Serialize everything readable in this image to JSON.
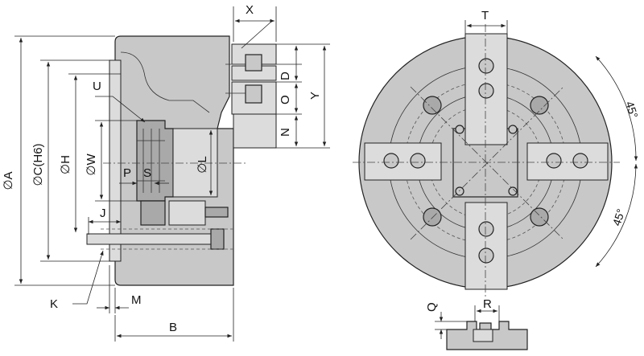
{
  "side_view": {
    "labels": {
      "A": "∅A",
      "C": "∅C(H6)",
      "H": "∅H",
      "W": "∅W",
      "L": "∅L",
      "U": "U",
      "P": "P",
      "S": "S",
      "J": "J",
      "K": "K",
      "M": "M",
      "B": "B",
      "X": "X",
      "D": "D",
      "O": "O",
      "N": "N",
      "Y": "Y"
    }
  },
  "front_view": {
    "labels": {
      "T": "T",
      "angle_top": "45°",
      "angle_bottom": "45°"
    }
  },
  "slot_detail": {
    "labels": {
      "Q": "Q",
      "R": "R"
    }
  }
}
